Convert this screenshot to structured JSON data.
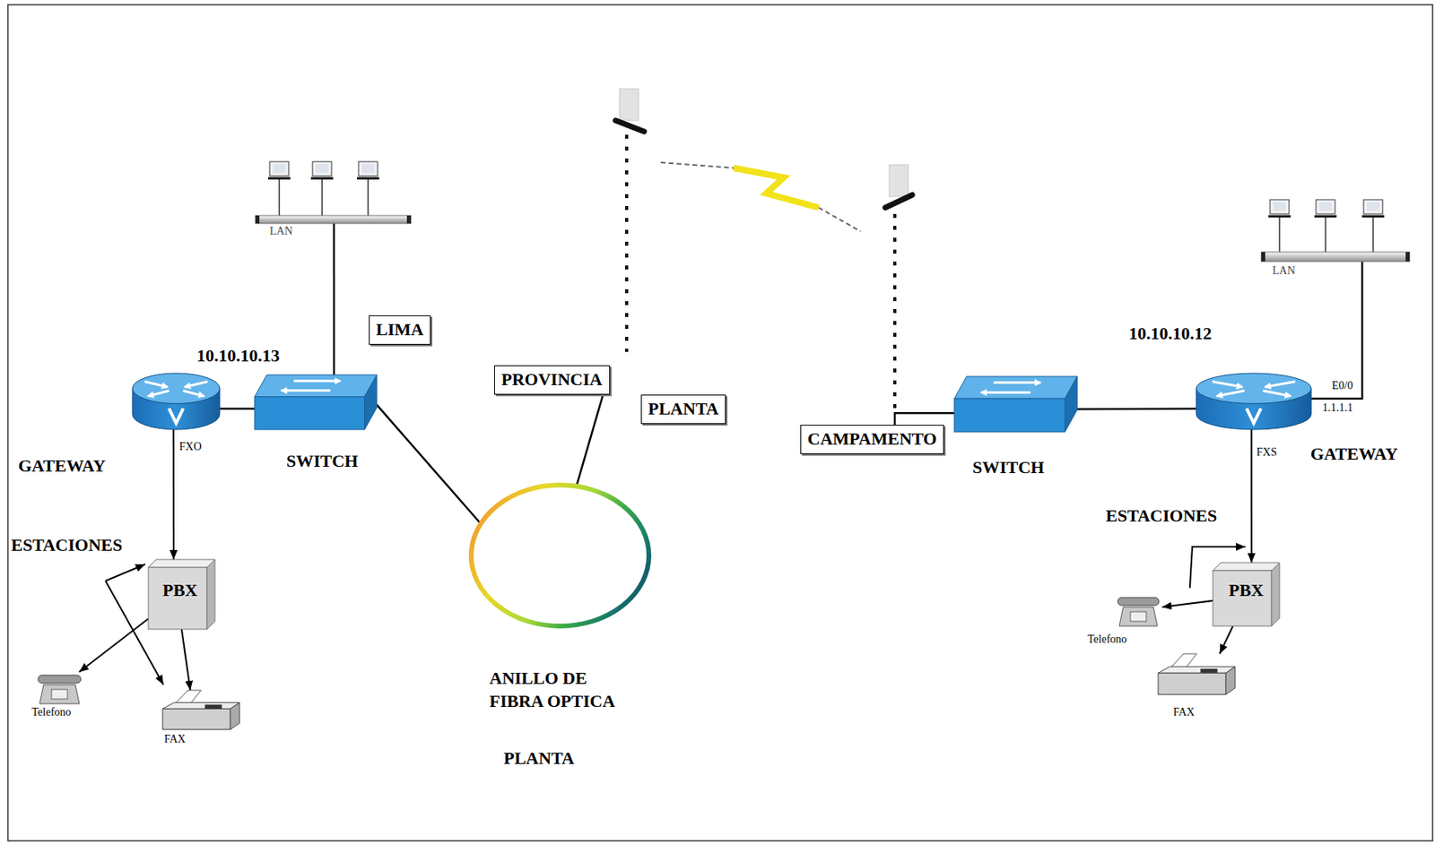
{
  "diagram": {
    "nodes": [
      {
        "text": [
          "LAN"
        ]
      },
      {
        "text": [
          "LIMA"
        ]
      },
      {
        "text": [
          "GATEWAY"
        ]
      },
      {
        "text": [
          "SWITCH"
        ]
      },
      {
        "text": [
          "PBX"
        ]
      },
      {
        "text": [
          "Telefono"
        ]
      },
      {
        "text": [
          "FAX"
        ]
      },
      {
        "text": [
          "PROVINCIA"
        ]
      },
      {
        "text": [
          "PLANTA"
        ]
      },
      {
        "text": [
          "ANILLO DE FIBRA OPTICA",
          "PLANTA"
        ]
      },
      {
        "text": [
          "CAMPAMENTO"
        ]
      },
      {
        "text": [
          "SWITCH"
        ]
      },
      {
        "text": [
          "GATEWAY"
        ]
      },
      {
        "text": [
          "LAN"
        ]
      },
      {
        "text": [
          "PBX"
        ]
      },
      {
        "text": [
          "Telefono"
        ]
      },
      {
        "text": [
          "FAX"
        ]
      }
    ],
    "edges": [
      {
        "from": 0,
        "to": 3,
        "arrow": "none"
      },
      {
        "from": 2,
        "to": 3,
        "arrow": "none"
      },
      {
        "from": 3,
        "to": 9,
        "arrow": "none"
      },
      {
        "from": 2,
        "to": 4,
        "arrow": "to"
      },
      {
        "from": 4,
        "to": 5,
        "arrow": "to"
      },
      {
        "from": 4,
        "to": 6,
        "arrow": "to"
      },
      {
        "from": 9,
        "to": 7,
        "arrow": "none"
      },
      {
        "from": 10,
        "to": 11,
        "arrow": "none"
      },
      {
        "from": 11,
        "to": 12,
        "arrow": "none"
      },
      {
        "from": 13,
        "to": 12,
        "arrow": "none"
      },
      {
        "from": 12,
        "to": 14,
        "arrow": "to"
      },
      {
        "from": 14,
        "to": 15,
        "arrow": "to"
      },
      {
        "from": 14,
        "to": 16,
        "arrow": "to"
      }
    ],
    "labels": [
      "10.10.10.13",
      "FXO",
      "ESTACIONES",
      "10.10.10.12",
      "E0/0",
      "1.1.1.1",
      "FXS",
      "ESTACIONES"
    ]
  }
}
